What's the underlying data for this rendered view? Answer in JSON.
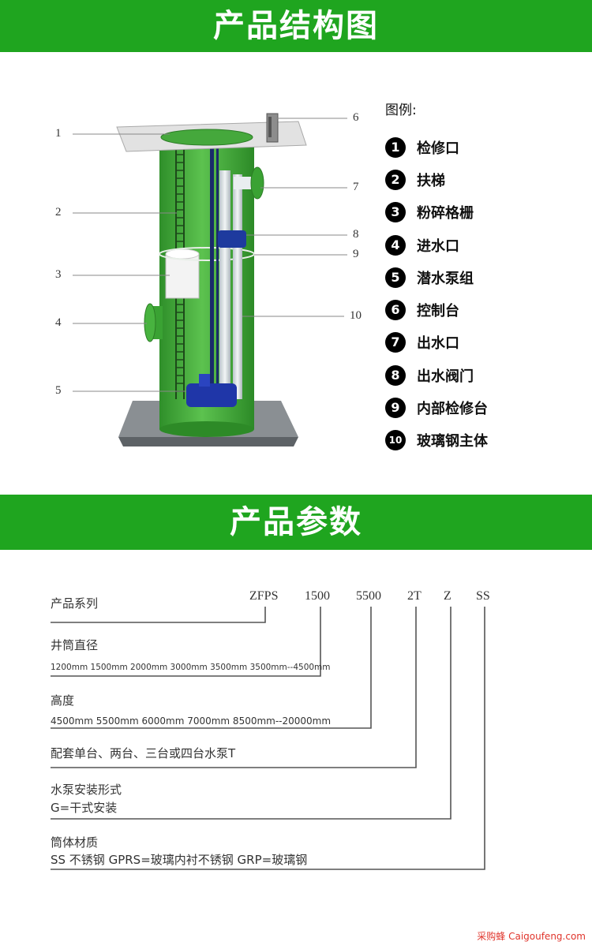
{
  "banners": {
    "structure_title": "产品结构图",
    "params_title": "产品参数"
  },
  "diagram": {
    "callouts": [
      "1",
      "2",
      "3",
      "4",
      "5",
      "6",
      "7",
      "8",
      "9",
      "10"
    ]
  },
  "legend": {
    "title": "图例:",
    "items": [
      {
        "num": "1",
        "label": "检修口"
      },
      {
        "num": "2",
        "label": "扶梯"
      },
      {
        "num": "3",
        "label": "粉碎格栅"
      },
      {
        "num": "4",
        "label": "进水口"
      },
      {
        "num": "5",
        "label": "潜水泵组"
      },
      {
        "num": "6",
        "label": "控制台"
      },
      {
        "num": "7",
        "label": "出水口"
      },
      {
        "num": "8",
        "label": "出水阀门"
      },
      {
        "num": "9",
        "label": "内部检修台"
      },
      {
        "num": "10",
        "label": "玻璃钢主体"
      }
    ]
  },
  "params": {
    "codes": [
      "ZFPS",
      "1500",
      "5500",
      "2T",
      "Z",
      "SS"
    ],
    "rows": [
      {
        "label": "产品系列"
      },
      {
        "label": "井筒直径",
        "detail": "1200mm 1500mm 2000mm 3000mm 3500mm 3500mm--4500mm"
      },
      {
        "label": "高度",
        "detail": "4500mm 5500mm 6000mm 7000mm 8500mm--20000mm"
      },
      {
        "label": "配套单台、两台、三台或四台水泵T"
      },
      {
        "label": "水泵安装形式",
        "detail": "G=干式安装"
      },
      {
        "label": "筒体材质",
        "detail": "SS 不锈钢 GPRS=玻璃内衬不锈钢 GRP=玻璃钢"
      }
    ]
  },
  "watermark": "采购蜂 Caigoufeng.com"
}
